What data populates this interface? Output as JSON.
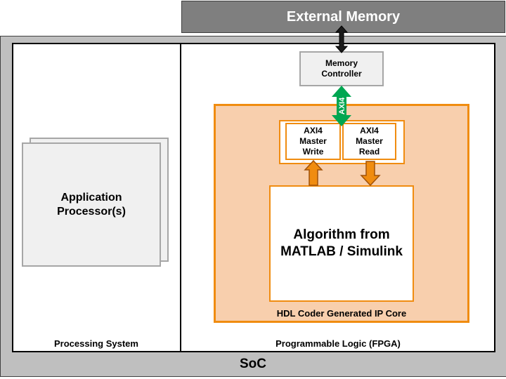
{
  "external_memory": {
    "label": "External Memory"
  },
  "soc": {
    "label": "SoC",
    "processing_system": {
      "label": "Processing System",
      "processor": {
        "line1": "Application",
        "line2": "Processor(s)"
      }
    },
    "programmable_logic": {
      "label": "Programmable Logic (FPGA)",
      "memory_controller": {
        "line1": "Memory",
        "line2": "Controller"
      },
      "axi_link_label": "AXI4",
      "ip_core": {
        "label": "HDL Coder Generated IP Core",
        "axi_master_write": {
          "line1": "AXI4",
          "line2": "Master",
          "line3": "Write"
        },
        "axi_master_read": {
          "line1": "AXI4",
          "line2": "Master",
          "line3": "Read"
        },
        "algorithm": {
          "line1": "Algorithm from",
          "line2": "MATLAB / Simulink"
        }
      }
    }
  },
  "colors": {
    "orange_border": "#f08c10",
    "orange_fill": "#f8cfad",
    "axi_green": "#00a651",
    "soc_gray": "#bfbfbf",
    "ext_mem_gray": "#7f7f7f"
  }
}
